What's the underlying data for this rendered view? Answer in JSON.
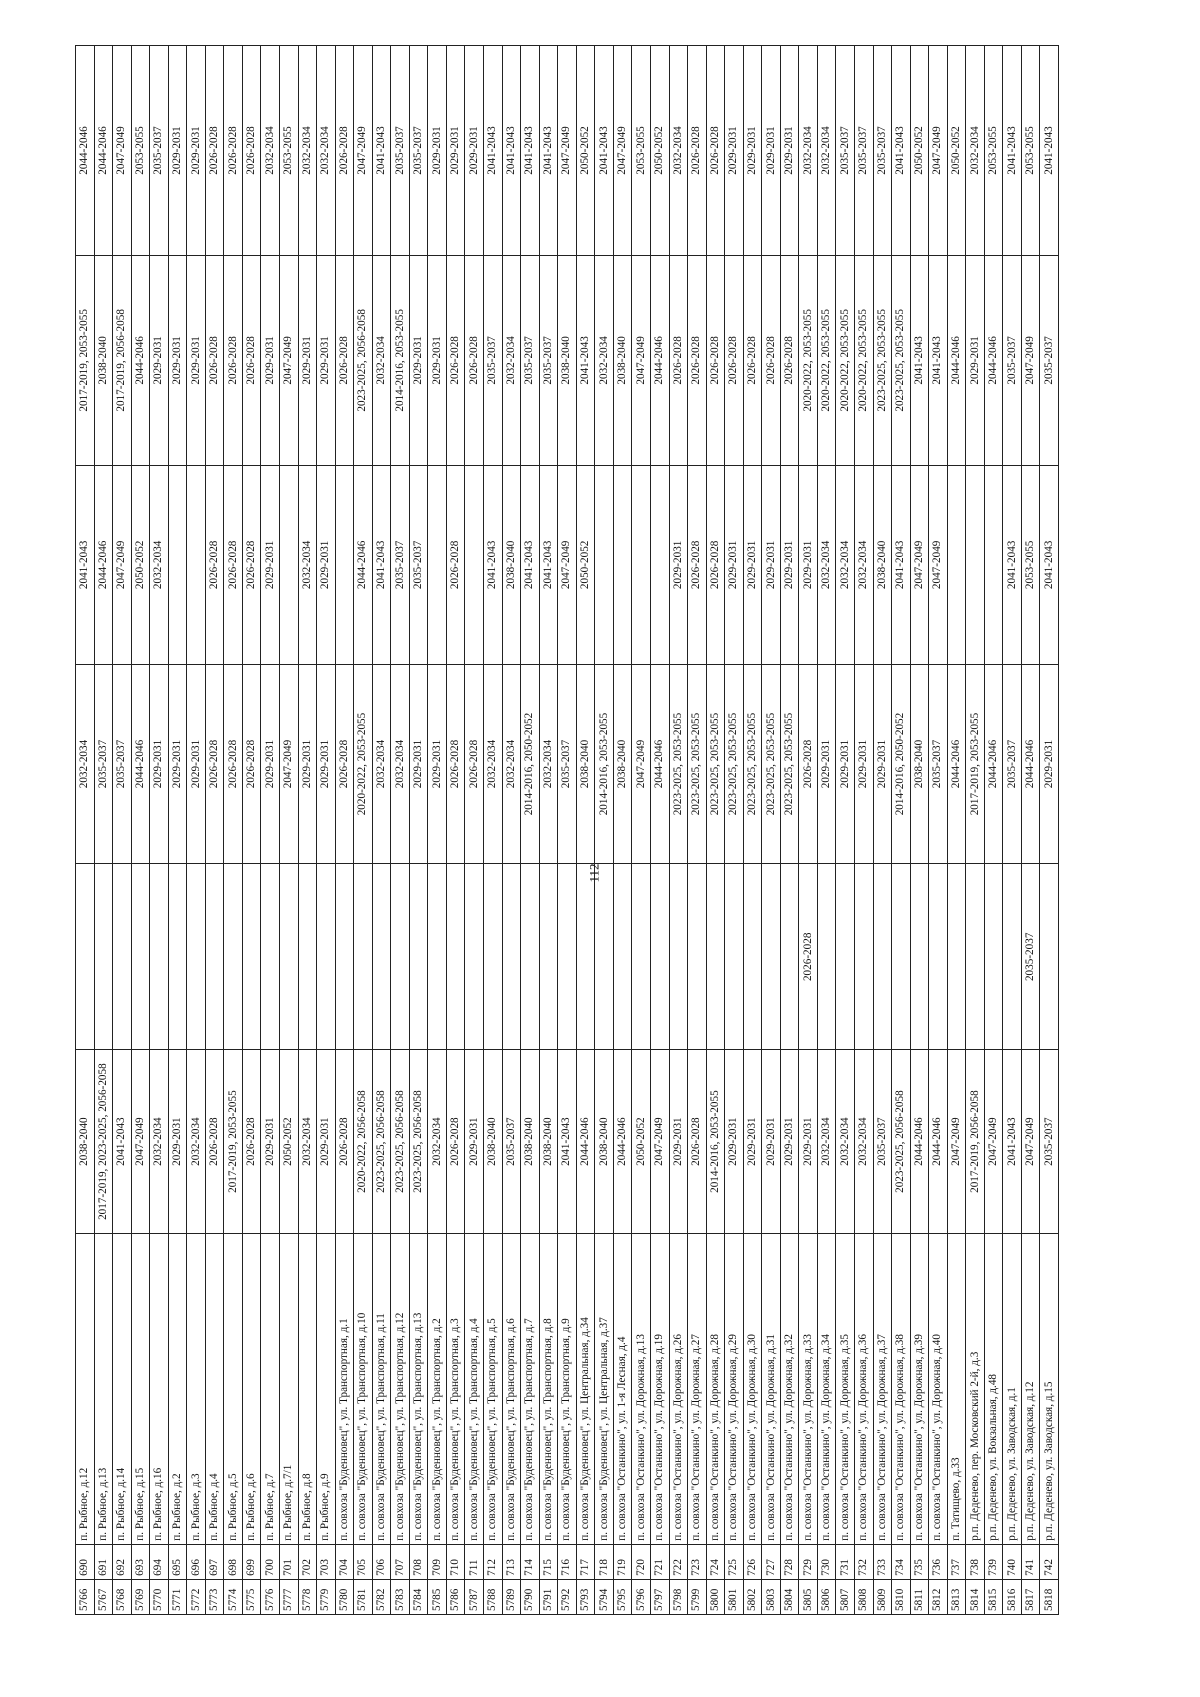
{
  "page_number": "112",
  "rows": [
    {
      "id": "5766",
      "num": "690",
      "addr": "п. Рыбное, д.12",
      "a": "2038-2040",
      "b": "",
      "c": "2032-2034",
      "d": "2041-2043",
      "e": "2017-2019, 2053-2055",
      "f": "2044-2046"
    },
    {
      "id": "5767",
      "num": "691",
      "addr": "п. Рыбное, д.13",
      "a": "2017-2019, 2023-2025, 2056-2058",
      "b": "",
      "c": "2035-2037",
      "d": "2044-2046",
      "e": "2038-2040",
      "f": "2044-2046"
    },
    {
      "id": "5768",
      "num": "692",
      "addr": "п. Рыбное, д.14",
      "a": "2041-2043",
      "b": "",
      "c": "2035-2037",
      "d": "2047-2049",
      "e": "2017-2019, 2056-2058",
      "f": "2047-2049"
    },
    {
      "id": "5769",
      "num": "693",
      "addr": "п. Рыбное, д.15",
      "a": "2047-2049",
      "b": "",
      "c": "2044-2046",
      "d": "2050-2052",
      "e": "2044-2046",
      "f": "2053-2055"
    },
    {
      "id": "5770",
      "num": "694",
      "addr": "п. Рыбное, д.16",
      "a": "2032-2034",
      "b": "",
      "c": "2029-2031",
      "d": "2032-2034",
      "e": "2029-2031",
      "f": "2035-2037"
    },
    {
      "id": "5771",
      "num": "695",
      "addr": "п. Рыбное, д.2",
      "a": "2029-2031",
      "b": "",
      "c": "2029-2031",
      "d": "",
      "e": "2029-2031",
      "f": "2029-2031"
    },
    {
      "id": "5772",
      "num": "696",
      "addr": "п. Рыбное, д.3",
      "a": "2032-2034",
      "b": "",
      "c": "2029-2031",
      "d": "",
      "e": "2029-2031",
      "f": "2029-2031"
    },
    {
      "id": "5773",
      "num": "697",
      "addr": "п. Рыбное, д.4",
      "a": "2026-2028",
      "b": "",
      "c": "2026-2028",
      "d": "2026-2028",
      "e": "2026-2028",
      "f": "2026-2028"
    },
    {
      "id": "5774",
      "num": "698",
      "addr": "п. Рыбное, д.5",
      "a": "2017-2019, 2053-2055",
      "b": "",
      "c": "2026-2028",
      "d": "2026-2028",
      "e": "2026-2028",
      "f": "2026-2028"
    },
    {
      "id": "5775",
      "num": "699",
      "addr": "п. Рыбное, д.6",
      "a": "2026-2028",
      "b": "",
      "c": "2026-2028",
      "d": "2026-2028",
      "e": "2026-2028",
      "f": "2026-2028"
    },
    {
      "id": "5776",
      "num": "700",
      "addr": "п. Рыбное, д.7",
      "a": "2029-2031",
      "b": "",
      "c": "2029-2031",
      "d": "2029-2031",
      "e": "2029-2031",
      "f": "2032-2034"
    },
    {
      "id": "5777",
      "num": "701",
      "addr": "п. Рыбное, д.7/1",
      "a": "2050-2052",
      "b": "",
      "c": "2047-2049",
      "d": "",
      "e": "2047-2049",
      "f": "2053-2055"
    },
    {
      "id": "5778",
      "num": "702",
      "addr": "п. Рыбное, д.8",
      "a": "2032-2034",
      "b": "",
      "c": "2029-2031",
      "d": "2032-2034",
      "e": "2029-2031",
      "f": "2032-2034"
    },
    {
      "id": "5779",
      "num": "703",
      "addr": "п. Рыбное, д.9",
      "a": "2029-2031",
      "b": "",
      "c": "2029-2031",
      "d": "2029-2031",
      "e": "2029-2031",
      "f": "2032-2034"
    },
    {
      "id": "5780",
      "num": "704",
      "addr": "п. совхоза \"Буденновец\", ул. Транспортная, д.1",
      "a": "2026-2028",
      "b": "",
      "c": "2026-2028",
      "d": "",
      "e": "2026-2028",
      "f": "2026-2028"
    },
    {
      "id": "5781",
      "num": "705",
      "addr": "п. совхоза \"Буденновец\", ул. Транспортная, д.10",
      "a": "2020-2022, 2056-2058",
      "b": "",
      "c": "2020-2022, 2053-2055",
      "d": "2044-2046",
      "e": "2023-2025, 2056-2058",
      "f": "2047-2049"
    },
    {
      "id": "5782",
      "num": "706",
      "addr": "п. совхоза \"Буденновец\", ул. Транспортная, д.11",
      "a": "2023-2025, 2056-2058",
      "b": "",
      "c": "2032-2034",
      "d": "2041-2043",
      "e": "2032-2034",
      "f": "2041-2043"
    },
    {
      "id": "5783",
      "num": "707",
      "addr": "п. совхоза \"Буденновец\", ул. Транспортная, д.12",
      "a": "2023-2025, 2056-2058",
      "b": "",
      "c": "2032-2034",
      "d": "2035-2037",
      "e": "2014-2016, 2053-2055",
      "f": "2035-2037"
    },
    {
      "id": "5784",
      "num": "708",
      "addr": "п. совхоза \"Буденновец\", ул. Транспортная, д.13",
      "a": "2023-2025, 2056-2058",
      "b": "",
      "c": "2029-2031",
      "d": "2035-2037",
      "e": "2029-2031",
      "f": "2035-2037"
    },
    {
      "id": "5785",
      "num": "709",
      "addr": "п. совхоза \"Буденновец\", ул. Транспортная, д.2",
      "a": "2032-2034",
      "b": "",
      "c": "2029-2031",
      "d": "",
      "e": "2029-2031",
      "f": "2029-2031"
    },
    {
      "id": "5786",
      "num": "710",
      "addr": "п. совхоза \"Буденновец\", ул. Транспортная, д.3",
      "a": "2026-2028",
      "b": "",
      "c": "2026-2028",
      "d": "2026-2028",
      "e": "2026-2028",
      "f": "2029-2031"
    },
    {
      "id": "5787",
      "num": "711",
      "addr": "п. совхоза \"Буденновец\", ул. Транспортная, д.4",
      "a": "2029-2031",
      "b": "",
      "c": "2026-2028",
      "d": "",
      "e": "2026-2028",
      "f": "2029-2031"
    },
    {
      "id": "5788",
      "num": "712",
      "addr": "п. совхоза \"Буденновец\", ул. Транспортная, д.5",
      "a": "2038-2040",
      "b": "",
      "c": "2032-2034",
      "d": "2041-2043",
      "e": "2035-2037",
      "f": "2041-2043"
    },
    {
      "id": "5789",
      "num": "713",
      "addr": "п. совхоза \"Буденновец\", ул. Транспортная, д.6",
      "a": "2035-2037",
      "b": "",
      "c": "2032-2034",
      "d": "2038-2040",
      "e": "2032-2034",
      "f": "2041-2043"
    },
    {
      "id": "5790",
      "num": "714",
      "addr": "п. совхоза \"Буденновец\", ул. Транспортная, д.7",
      "a": "2038-2040",
      "b": "",
      "c": "2014-2016, 2050-2052",
      "d": "2041-2043",
      "e": "2035-2037",
      "f": "2041-2043"
    },
    {
      "id": "5791",
      "num": "715",
      "addr": "п. совхоза \"Буденновец\", ул. Транспортная, д.8",
      "a": "2038-2040",
      "b": "",
      "c": "2032-2034",
      "d": "2041-2043",
      "e": "2035-2037",
      "f": "2041-2043"
    },
    {
      "id": "5792",
      "num": "716",
      "addr": "п. совхоза \"Буденновец\", ул. Транспортная, д.9",
      "a": "2041-2043",
      "b": "",
      "c": "2035-2037",
      "d": "2047-2049",
      "e": "2038-2040",
      "f": "2047-2049"
    },
    {
      "id": "5793",
      "num": "717",
      "addr": "п. совхоза \"Буденновец\", ул. Центральная, д.34",
      "a": "2044-2046",
      "b": "",
      "c": "2038-2040",
      "d": "2050-2052",
      "e": "2041-2043",
      "f": "2050-2052"
    },
    {
      "id": "5794",
      "num": "718",
      "addr": "п. совхоза \"Буденновец\", ул. Центральная, д.37",
      "a": "2038-2040",
      "b": "",
      "c": "2014-2016, 2053-2055",
      "d": "",
      "e": "2032-2034",
      "f": "2041-2043"
    },
    {
      "id": "5795",
      "num": "719",
      "addr": "п. совхоза \"Останкино\", ул. 1-я Лесная, д.4",
      "a": "2044-2046",
      "b": "",
      "c": "2038-2040",
      "d": "",
      "e": "2038-2040",
      "f": "2047-2049"
    },
    {
      "id": "5796",
      "num": "720",
      "addr": "п. совхоза \"Останкино\", ул. Дорожная, д.13",
      "a": "2050-2052",
      "b": "",
      "c": "2047-2049",
      "d": "",
      "e": "2047-2049",
      "f": "2053-2055"
    },
    {
      "id": "5797",
      "num": "721",
      "addr": "п. совхоза \"Останкино\", ул. Дорожная, д.19",
      "a": "2047-2049",
      "b": "",
      "c": "2044-2046",
      "d": "",
      "e": "2044-2046",
      "f": "2050-2052"
    },
    {
      "id": "5798",
      "num": "722",
      "addr": "п. совхоза \"Останкино\", ул. Дорожная, д.26",
      "a": "2029-2031",
      "b": "",
      "c": "2023-2025, 2053-2055",
      "d": "2029-2031",
      "e": "2026-2028",
      "f": "2032-2034"
    },
    {
      "id": "5799",
      "num": "723",
      "addr": "п. совхоза \"Останкино\", ул. Дорожная, д.27",
      "a": "2026-2028",
      "b": "",
      "c": "2023-2025, 2053-2055",
      "d": "2026-2028",
      "e": "2026-2028",
      "f": "2026-2028"
    },
    {
      "id": "5800",
      "num": "724",
      "addr": "п. совхоза \"Останкино\", ул. Дорожная, д.28",
      "a": "2014-2016, 2053-2055",
      "b": "",
      "c": "2023-2025, 2053-2055",
      "d": "2026-2028",
      "e": "2026-2028",
      "f": "2026-2028"
    },
    {
      "id": "5801",
      "num": "725",
      "addr": "п. совхоза \"Останкино\", ул. Дорожная, д.29",
      "a": "2029-2031",
      "b": "",
      "c": "2023-2025, 2053-2055",
      "d": "2029-2031",
      "e": "2026-2028",
      "f": "2029-2031"
    },
    {
      "id": "5802",
      "num": "726",
      "addr": "п. совхоза \"Останкино\", ул. Дорожная, д.30",
      "a": "2029-2031",
      "b": "",
      "c": "2023-2025, 2053-2055",
      "d": "2029-2031",
      "e": "2026-2028",
      "f": "2029-2031"
    },
    {
      "id": "5803",
      "num": "727",
      "addr": "п. совхоза \"Останкино\", ул. Дорожная, д.31",
      "a": "2029-2031",
      "b": "",
      "c": "2023-2025, 2053-2055",
      "d": "2029-2031",
      "e": "2026-2028",
      "f": "2029-2031"
    },
    {
      "id": "5804",
      "num": "728",
      "addr": "п. совхоза \"Останкино\", ул. Дорожная, д.32",
      "a": "2029-2031",
      "b": "",
      "c": "2023-2025, 2053-2055",
      "d": "2029-2031",
      "e": "2026-2028",
      "f": "2029-2031"
    },
    {
      "id": "5805",
      "num": "729",
      "addr": "п. совхоза \"Останкино\", ул. Дорожная, д.33",
      "a": "2029-2031",
      "b": "2026-2028",
      "c": "2026-2028",
      "d": "2029-2031",
      "e": "2020-2022, 2053-2055",
      "f": "2032-2034"
    },
    {
      "id": "5806",
      "num": "730",
      "addr": "п. совхоза \"Останкино\", ул. Дорожная, д.34",
      "a": "2032-2034",
      "b": "",
      "c": "2029-2031",
      "d": "2032-2034",
      "e": "2020-2022, 2053-2055",
      "f": "2032-2034"
    },
    {
      "id": "5807",
      "num": "731",
      "addr": "п. совхоза \"Останкино\", ул. Дорожная, д.35",
      "a": "2032-2034",
      "b": "",
      "c": "2029-2031",
      "d": "2032-2034",
      "e": "2020-2022, 2053-2055",
      "f": "2035-2037"
    },
    {
      "id": "5808",
      "num": "732",
      "addr": "п. совхоза \"Останкино\", ул. Дорожная, д.36",
      "a": "2032-2034",
      "b": "",
      "c": "2029-2031",
      "d": "2032-2034",
      "e": "2020-2022, 2053-2055",
      "f": "2035-2037"
    },
    {
      "id": "5809",
      "num": "733",
      "addr": "п. совхоза \"Останкино\", ул. Дорожная, д.37",
      "a": "2035-2037",
      "b": "",
      "c": "2029-2031",
      "d": "2038-2040",
      "e": "2023-2025, 2053-2055",
      "f": "2035-2037"
    },
    {
      "id": "5810",
      "num": "734",
      "addr": "п. совхоза \"Останкино\", ул. Дорожная, д.38",
      "a": "2023-2025, 2056-2058",
      "b": "",
      "c": "2014-2016, 2050-2052",
      "d": "2041-2043",
      "e": "2023-2025, 2053-2055",
      "f": "2041-2043"
    },
    {
      "id": "5811",
      "num": "735",
      "addr": "п. совхоза \"Останкино\", ул. Дорожная, д.39",
      "a": "2044-2046",
      "b": "",
      "c": "2038-2040",
      "d": "2047-2049",
      "e": "2041-2043",
      "f": "2050-2052"
    },
    {
      "id": "5812",
      "num": "736",
      "addr": "п. совхоза \"Останкино\", ул. Дорожная, д.40",
      "a": "2044-2046",
      "b": "",
      "c": "2035-2037",
      "d": "2047-2049",
      "e": "2041-2043",
      "f": "2047-2049"
    },
    {
      "id": "5813",
      "num": "737",
      "addr": "п. Татищево, д.33",
      "a": "2047-2049",
      "b": "",
      "c": "2044-2046",
      "d": "",
      "e": "2044-2046",
      "f": "2050-2052"
    },
    {
      "id": "5814",
      "num": "738",
      "addr": "р.п. Деденево, пер. Московский 2-й, д.3",
      "a": "2017-2019, 2056-2058",
      "b": "",
      "c": "2017-2019, 2053-2055",
      "d": "",
      "e": "2029-2031",
      "f": "2032-2034"
    },
    {
      "id": "5815",
      "num": "739",
      "addr": "р.п. Деденево, ул. Вокзальная, д.48",
      "a": "2047-2049",
      "b": "",
      "c": "2044-2046",
      "d": "",
      "e": "2044-2046",
      "f": "2053-2055"
    },
    {
      "id": "5816",
      "num": "740",
      "addr": "р.п. Деденево, ул. Заводская, д.1",
      "a": "2041-2043",
      "b": "",
      "c": "2035-2037",
      "d": "2041-2043",
      "e": "2035-2037",
      "f": "2041-2043"
    },
    {
      "id": "5817",
      "num": "741",
      "addr": "р.п. Деденево, ул. Заводская, д.12",
      "a": "2047-2049",
      "b": "2035-2037",
      "c": "2044-2046",
      "d": "2053-2055",
      "e": "2047-2049",
      "f": "2053-2055"
    },
    {
      "id": "5818",
      "num": "742",
      "addr": "р.п. Деденево, ул. Заводская, д.15",
      "a": "2035-2037",
      "b": "",
      "c": "2029-2031",
      "d": "2041-2043",
      "e": "2035-2037",
      "f": "2041-2043"
    }
  ]
}
